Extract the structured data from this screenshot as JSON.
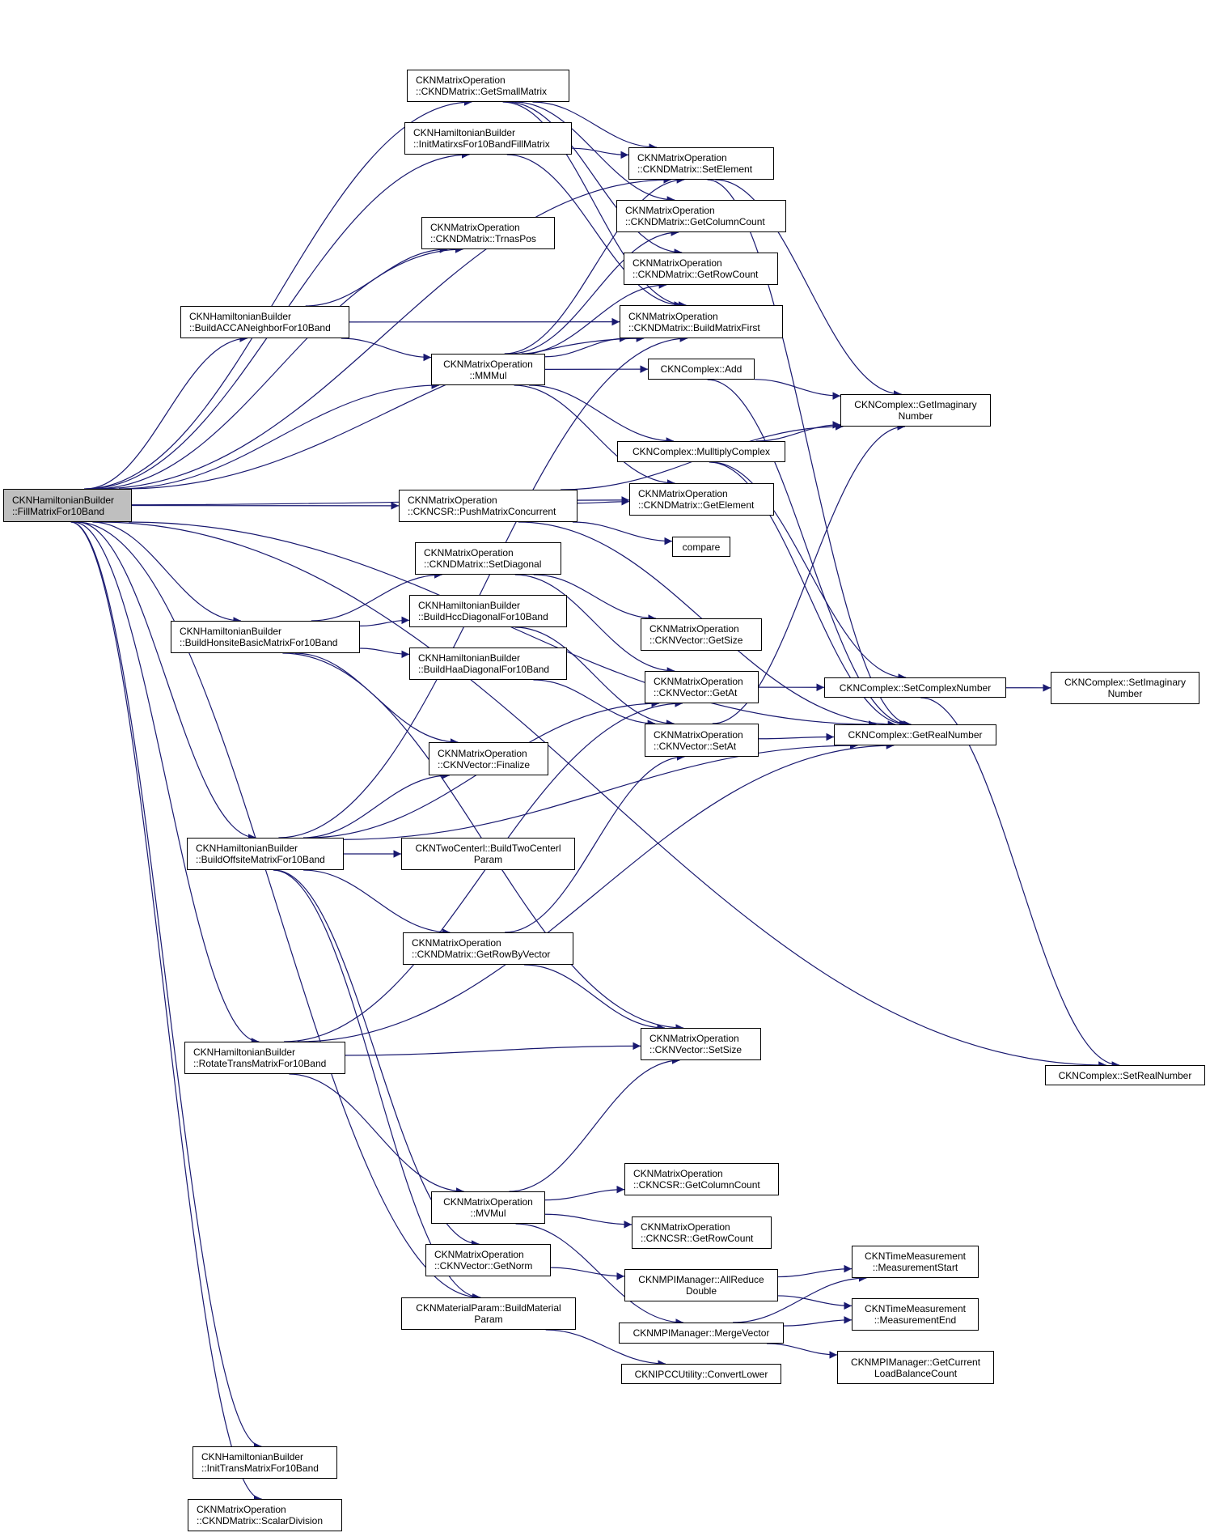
{
  "graph": {
    "title": "Call graph of CKNHamiltonianBuilder::FillMatrixFor10Band",
    "edge_color": "#191970",
    "root_fill": "#bfbfbf",
    "nodes": [
      {
        "id": "root",
        "lines": [
          "CKNHamiltonianBuilder",
          "::FillMatrixFor10Band"
        ],
        "root": true
      },
      {
        "id": "getSmallMatrix",
        "lines": [
          "CKNMatrixOperation",
          "::CKNDMatrix::GetSmallMatrix"
        ]
      },
      {
        "id": "initMatirxs",
        "lines": [
          "CKNHamiltonianBuilder",
          "::InitMatirxsFor10BandFillMatrix"
        ]
      },
      {
        "id": "setElement",
        "lines": [
          "CKNMatrixOperation",
          "::CKNDMatrix::SetElement"
        ]
      },
      {
        "id": "getColumnCount",
        "lines": [
          "CKNMatrixOperation",
          "::CKNDMatrix::GetColumnCount"
        ]
      },
      {
        "id": "trnasPos",
        "lines": [
          "CKNMatrixOperation",
          "::CKNDMatrix::TrnasPos"
        ]
      },
      {
        "id": "getRowCount",
        "lines": [
          "CKNMatrixOperation",
          "::CKNDMatrix::GetRowCount"
        ]
      },
      {
        "id": "buildACCA",
        "lines": [
          "CKNHamiltonianBuilder",
          "::BuildACCANeighborFor10Band"
        ]
      },
      {
        "id": "buildMatrixFirst",
        "lines": [
          "CKNMatrixOperation",
          "::CKNDMatrix::BuildMatrixFirst"
        ]
      },
      {
        "id": "mmMul",
        "lines": [
          "CKNMatrixOperation",
          "::MMMul"
        ],
        "center": true
      },
      {
        "id": "add",
        "lines": [
          "CKNComplex::Add"
        ],
        "center": true
      },
      {
        "id": "getImaginary",
        "lines": [
          "CKNComplex::GetImaginary",
          "Number"
        ],
        "center": true
      },
      {
        "id": "multiplyComplex",
        "lines": [
          "CKNComplex::MulltiplyComplex"
        ],
        "center": true
      },
      {
        "id": "getElement",
        "lines": [
          "CKNMatrixOperation",
          "::CKNDMatrix::GetElement"
        ]
      },
      {
        "id": "pushMatrix",
        "lines": [
          "CKNMatrixOperation",
          "::CKNCSR::PushMatrixConcurrent"
        ]
      },
      {
        "id": "compare",
        "lines": [
          "compare"
        ],
        "center": true
      },
      {
        "id": "setDiagonal",
        "lines": [
          "CKNMatrixOperation",
          "::CKNDMatrix::SetDiagonal"
        ]
      },
      {
        "id": "buildHcc",
        "lines": [
          "CKNHamiltonianBuilder",
          "::BuildHccDiagonalFor10Band"
        ]
      },
      {
        "id": "buildHonsite",
        "lines": [
          "CKNHamiltonianBuilder",
          "::BuildHonsiteBasicMatrixFor10Band"
        ]
      },
      {
        "id": "getSize",
        "lines": [
          "CKNMatrixOperation",
          "::CKNVector::GetSize"
        ]
      },
      {
        "id": "buildHaa",
        "lines": [
          "CKNHamiltonianBuilder",
          "::BuildHaaDiagonalFor10Band"
        ]
      },
      {
        "id": "getAt",
        "lines": [
          "CKNMatrixOperation",
          "::CKNVector::GetAt"
        ]
      },
      {
        "id": "setComplex",
        "lines": [
          "CKNComplex::SetComplexNumber"
        ],
        "center": true
      },
      {
        "id": "setImaginary",
        "lines": [
          "CKNComplex::SetImaginary",
          "Number"
        ],
        "center": true
      },
      {
        "id": "setAt",
        "lines": [
          "CKNMatrixOperation",
          "::CKNVector::SetAt"
        ]
      },
      {
        "id": "getReal",
        "lines": [
          "CKNComplex::GetRealNumber"
        ],
        "center": true
      },
      {
        "id": "finalize",
        "lines": [
          "CKNMatrixOperation",
          "::CKNVector::Finalize"
        ]
      },
      {
        "id": "buildOffsite",
        "lines": [
          "CKNHamiltonianBuilder",
          "::BuildOffsiteMatrixFor10Band"
        ]
      },
      {
        "id": "buildTwoCenter",
        "lines": [
          "CKNTwoCenterl::BuildTwoCenterl",
          "Param"
        ],
        "center": true
      },
      {
        "id": "getRowByVector",
        "lines": [
          "CKNMatrixOperation",
          "::CKNDMatrix::GetRowByVector"
        ]
      },
      {
        "id": "rotateTrans",
        "lines": [
          "CKNHamiltonianBuilder",
          "::RotateTransMatrixFor10Band"
        ]
      },
      {
        "id": "setSize",
        "lines": [
          "CKNMatrixOperation",
          "::CKNVector::SetSize"
        ]
      },
      {
        "id": "setReal",
        "lines": [
          "CKNComplex::SetRealNumber"
        ],
        "center": true
      },
      {
        "id": "csrGetColumnCount",
        "lines": [
          "CKNMatrixOperation",
          "::CKNCSR::GetColumnCount"
        ]
      },
      {
        "id": "mvMul",
        "lines": [
          "CKNMatrixOperation",
          "::MVMul"
        ],
        "center": true
      },
      {
        "id": "csrGetRowCount",
        "lines": [
          "CKNMatrixOperation",
          "::CKNCSR::GetRowCount"
        ]
      },
      {
        "id": "getNorm",
        "lines": [
          "CKNMatrixOperation",
          "::CKNVector::GetNorm"
        ]
      },
      {
        "id": "allReduce",
        "lines": [
          "CKNMPIManager::AllReduce",
          "Double"
        ],
        "center": true
      },
      {
        "id": "measStart",
        "lines": [
          "CKNTimeMeasurement",
          "::MeasurementStart"
        ],
        "center": true
      },
      {
        "id": "buildMaterial",
        "lines": [
          "CKNMaterialParam::BuildMaterial",
          "Param"
        ],
        "center": true
      },
      {
        "id": "measEnd",
        "lines": [
          "CKNTimeMeasurement",
          "::MeasurementEnd"
        ],
        "center": true
      },
      {
        "id": "mergeVector",
        "lines": [
          "CKNMPIManager::MergeVector"
        ],
        "center": true
      },
      {
        "id": "getLoadBalance",
        "lines": [
          "CKNMPIManager::GetCurrent",
          "LoadBalanceCount"
        ],
        "center": true
      },
      {
        "id": "convertLower",
        "lines": [
          "CKNIPCCUtility::ConvertLower"
        ],
        "center": true
      },
      {
        "id": "initTrans",
        "lines": [
          "CKNHamiltonianBuilder",
          "::InitTransMatrixFor10Band"
        ]
      },
      {
        "id": "scalarDivision",
        "lines": [
          "CKNMatrixOperation",
          "::CKNDMatrix::ScalarDivision"
        ]
      }
    ],
    "edges": [
      [
        "root",
        "getSmallMatrix"
      ],
      [
        "root",
        "initMatirxs"
      ],
      [
        "root",
        "setElement"
      ],
      [
        "root",
        "trnasPos"
      ],
      [
        "root",
        "buildACCA"
      ],
      [
        "root",
        "buildMatrixFirst"
      ],
      [
        "root",
        "mmMul"
      ],
      [
        "root",
        "getElement"
      ],
      [
        "root",
        "pushMatrix"
      ],
      [
        "root",
        "buildHonsite"
      ],
      [
        "root",
        "buildOffsite"
      ],
      [
        "root",
        "rotateTrans"
      ],
      [
        "root",
        "getReal"
      ],
      [
        "root",
        "buildMaterial"
      ],
      [
        "root",
        "setReal"
      ],
      [
        "root",
        "initTrans"
      ],
      [
        "root",
        "scalarDivision"
      ],
      [
        "getSmallMatrix",
        "setElement"
      ],
      [
        "getSmallMatrix",
        "getColumnCount"
      ],
      [
        "getSmallMatrix",
        "getRowCount"
      ],
      [
        "getSmallMatrix",
        "buildMatrixFirst"
      ],
      [
        "initMatirxs",
        "setElement"
      ],
      [
        "initMatirxs",
        "buildMatrixFirst"
      ],
      [
        "setElement",
        "getImaginary"
      ],
      [
        "setElement",
        "getReal"
      ],
      [
        "buildACCA",
        "trnasPos"
      ],
      [
        "buildACCA",
        "buildMatrixFirst"
      ],
      [
        "buildACCA",
        "mmMul"
      ],
      [
        "mmMul",
        "setElement"
      ],
      [
        "mmMul",
        "getColumnCount"
      ],
      [
        "mmMul",
        "getRowCount"
      ],
      [
        "mmMul",
        "buildMatrixFirst"
      ],
      [
        "mmMul",
        "add"
      ],
      [
        "mmMul",
        "multiplyComplex"
      ],
      [
        "mmMul",
        "getElement"
      ],
      [
        "add",
        "getImaginary"
      ],
      [
        "add",
        "getReal"
      ],
      [
        "multiplyComplex",
        "getImaginary"
      ],
      [
        "multiplyComplex",
        "setComplex"
      ],
      [
        "multiplyComplex",
        "getReal"
      ],
      [
        "pushMatrix",
        "getElement"
      ],
      [
        "pushMatrix",
        "compare"
      ],
      [
        "pushMatrix",
        "getImaginary"
      ],
      [
        "pushMatrix",
        "getReal"
      ],
      [
        "setDiagonal",
        "getSize"
      ],
      [
        "setDiagonal",
        "getAt"
      ],
      [
        "buildHonsite",
        "setDiagonal"
      ],
      [
        "buildHonsite",
        "buildHcc"
      ],
      [
        "buildHonsite",
        "buildHaa"
      ],
      [
        "buildHonsite",
        "finalize"
      ],
      [
        "buildHonsite",
        "setSize"
      ],
      [
        "buildHcc",
        "setAt"
      ],
      [
        "buildHaa",
        "setAt"
      ],
      [
        "getAt",
        "setComplex"
      ],
      [
        "setAt",
        "getImaginary"
      ],
      [
        "setAt",
        "getReal"
      ],
      [
        "setComplex",
        "setImaginary"
      ],
      [
        "setComplex",
        "setReal"
      ],
      [
        "buildOffsite",
        "buildMatrixFirst"
      ],
      [
        "buildOffsite",
        "finalize"
      ],
      [
        "buildOffsite",
        "getAt"
      ],
      [
        "buildOffsite",
        "buildTwoCenter"
      ],
      [
        "buildOffsite",
        "getRowByVector"
      ],
      [
        "buildOffsite",
        "getReal"
      ],
      [
        "buildOffsite",
        "getNorm"
      ],
      [
        "buildOffsite",
        "buildMaterial"
      ],
      [
        "getRowByVector",
        "setAt"
      ],
      [
        "getRowByVector",
        "setSize"
      ],
      [
        "rotateTrans",
        "getAt"
      ],
      [
        "rotateTrans",
        "setSize"
      ],
      [
        "rotateTrans",
        "getReal"
      ],
      [
        "rotateTrans",
        "mvMul"
      ],
      [
        "mvMul",
        "setSize"
      ],
      [
        "mvMul",
        "csrGetColumnCount"
      ],
      [
        "mvMul",
        "csrGetRowCount"
      ],
      [
        "mvMul",
        "mergeVector"
      ],
      [
        "getNorm",
        "allReduce"
      ],
      [
        "allReduce",
        "measStart"
      ],
      [
        "allReduce",
        "measEnd"
      ],
      [
        "mergeVector",
        "measStart"
      ],
      [
        "mergeVector",
        "measEnd"
      ],
      [
        "mergeVector",
        "getLoadBalance"
      ],
      [
        "buildMaterial",
        "convertLower"
      ]
    ]
  }
}
